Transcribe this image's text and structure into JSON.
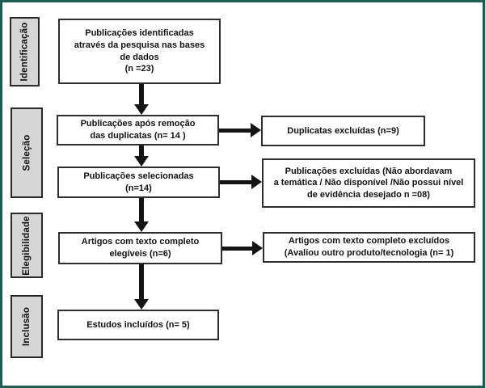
{
  "frame": {
    "background": "#ffffff",
    "border_color": "#1b5e50"
  },
  "colors": {
    "stage_background": "#d6d6d6",
    "box_border": "#2e2e2e",
    "arrow": "#141414",
    "text": "#111111"
  },
  "stages": [
    {
      "id": "identificacao",
      "label": "Identificação"
    },
    {
      "id": "selecao",
      "label": "Seleção"
    },
    {
      "id": "elegibilidade",
      "label": "Elegibilidade"
    },
    {
      "id": "inclusao",
      "label": "Inclusão"
    }
  ],
  "boxes": {
    "identified": {
      "text": "Publicações identificadas\natravés da pesquisa nas bases\nde dados\n(n =23)",
      "n": 23
    },
    "after_duplicates_removed": {
      "text": "Publicações após remoção\ndas duplicatas (n= 14 )",
      "n": 14
    },
    "selected": {
      "text": "Publicações selecionadas\n(n=14)",
      "n": 14
    },
    "fulltext_eligible": {
      "text": "Artigos com texto completo\nelegíveis (n=6)",
      "n": 6
    },
    "included": {
      "text": "Estudos incluídos (n= 5)",
      "n": 5
    },
    "duplicates_excluded": {
      "text": "Duplicatas excluídas (n=9)",
      "n": 9
    },
    "publications_excluded": {
      "text": "Publicações excluídas (Não abordavam\na temática / Não disponível /Não possui nível\nde evidência desejado n =08)",
      "n": 8
    },
    "fulltext_excluded": {
      "text": "Artigos com texto completo excluídos\n(Avaliou outro produto/tecnologia (n= 1)",
      "n": 1
    }
  }
}
